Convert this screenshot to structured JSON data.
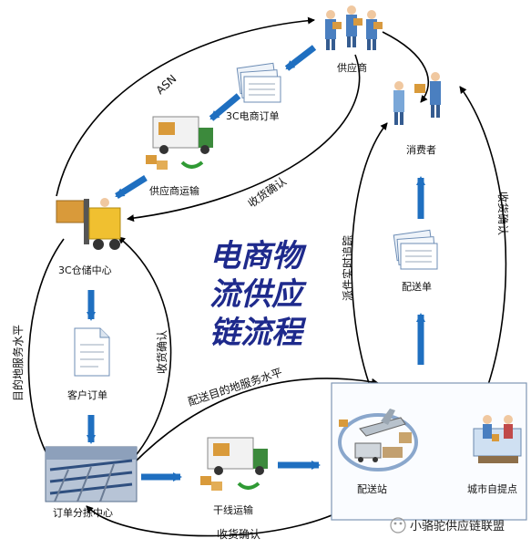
{
  "title_lines": [
    "电商物",
    "流供应",
    "链流程"
  ],
  "nodes": {
    "supplier": "供应商",
    "order_3c": "3C电商订单",
    "supplier_transport": "供应商运输",
    "warehouse": "3C仓储中心",
    "customer_order": "客户订单",
    "sorting_center": "订单分拣中心",
    "trunk_transport": "干线运输",
    "delivery_station": "配送站",
    "city_pickup": "城市自提点",
    "consumer": "消费者",
    "delivery_note": "配送单"
  },
  "flows": {
    "asn": "ASN",
    "receipt_confirm_top": "收货确认",
    "dispatch_tracking": "派件实时追踪",
    "receipt_confirm_right": "收货确认",
    "dest_service_left": "目的地服务水平",
    "receipt_confirm_mid": "收货确认",
    "delivery_dest_service": "配送目的地服务水平",
    "receipt_confirm_bottom": "收货确认"
  },
  "watermark": "小骆驼供应链联盟",
  "colors": {
    "arrow_blue": "#1f6fc0",
    "title_blue": "#1e2a8c",
    "curve_black": "#000000"
  }
}
